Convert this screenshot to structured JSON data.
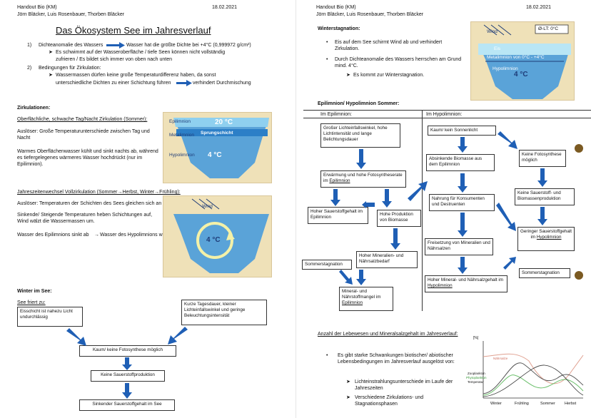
{
  "left": {
    "header": {
      "line1": "Handout Bio (KM)",
      "line2": "Jörn Bläcker, Luis Rosenbauer, Thorben Bläcker",
      "date": "18.02.2021"
    },
    "title": "Das Ökosystem See im Jahresverlauf",
    "list": {
      "item1_num": "1)",
      "item1_a": "Dichteanomalie des Wassers",
      "item1_b": "Wasser hat die größte Dichte bei +4°C (0,999972 g/cm³)",
      "item1_sub1": "Es schwimmt auf der Wasseroberfläche / tiefe Seen können nicht vollständig",
      "item1_sub2": "zufrieren / Es bildet sich immer von oben nach unten",
      "item2_num": "2)",
      "item2": "Bedingungen für Zirkulation:",
      "item2_sub1": "Wassermassen dürfen keine große Temperaturdifferenz haben, da sonst",
      "item2_sub2a": "unterschiedliche Dichten zu einer Schichtung führen",
      "item2_sub2b": "verhindert Durchmischung"
    },
    "zirk_heading": "Zirkulationen:",
    "summer": {
      "heading": "Oberflächliche, schwache Tag/Nacht Zirkulation (Sommer):",
      "p1": "Auslöser: Große Temperaturunterschiede zwischen Tag und Nacht",
      "p2": "Warmes Oberflächenwasser kühlt und sinkt nachts ab, während es tiefergelegenes wärmeres Wasser hochdrückt (nur im Epilimnion).",
      "fig": {
        "epi": "Epilimnion",
        "epi_temp": "20 °C",
        "meta": "Metalimnion",
        "sprung": "Sprungschicht",
        "hypo": "Hypolimnion",
        "hypo_temp": "4 °C"
      }
    },
    "full": {
      "heading": "Jahreszeitenwechsel Vollzirkulation (Sommer→Herbst, Winter→Frühling):",
      "p1": "Auslöser: Temperaturen der Schichten des Sees gleichen sich an",
      "p2": "Sinkende/ Steigende Temperaturen heben Schichtungen auf, Wind wälzt die Wassermassen um.",
      "p3a": "Wasser des Epilimnions sinkt ab",
      "p3b": "Wasser des Hypolimnions wird nach oben gedrückt",
      "fig": {
        "wind": "Wind",
        "temp": "4 °C"
      }
    },
    "winter": {
      "heading": "Winter im See:",
      "sub": "See friert zu:",
      "box1": "Eisschicht ist nahezu Licht undurchlässig",
      "box2": "Kurze Tagesdauer, kleiner Lichteinfallswinkel und geringe Beleuchtungsintensität",
      "box3": "Kaum/ keine Fotosynthese möglich",
      "box4": "Keine Sauerstoffproduktion",
      "box5": "Sinkender Sauerstoffgehalt im See"
    }
  },
  "right": {
    "header": {
      "line1": "Handout Bio (KM)",
      "line2": "Jörn Bläcker, Luis Rosenbauer, Thorben Bläcker",
      "date": "18.02.2021"
    },
    "winterstag": {
      "heading": "Winterstagnation:",
      "b1": "Eis auf dem See schirmt Wind ab und verhindert Zirkulation.",
      "b2": "Durch Dichteanomalie des Wassers herrschen am Grund mind. 4°C.",
      "b3": "Es kommt zur Winterstagnation.",
      "fig": {
        "wind": "Wind",
        "lt": "Ø-LT: 0°C",
        "eis": "Eis",
        "meta": "Metalimnion von 0°C - +4°C",
        "hypo": "Hypolimnion",
        "temp": "4 °C"
      }
    },
    "summer": {
      "heading": "Epilimnion/ Hypolimnion Sommer:",
      "col1": "Im Epilimnion:",
      "col2": "Im Hypolimnion:",
      "e1": "Großer Lichteinfallswinkel, hohe Lichtintensität und lange Belichtungsdauer",
      "e2a": "Erwärmung und hohe Fotosyntheserate im ",
      "e2b": "Epilimnion",
      "e3": "Hoher Sauerstoffgehalt im Epilimnion",
      "e4": "Hohe Produktion von Biomasse",
      "e5": "Hoher Mineralien- und Nährsalzbedarf",
      "e6": "Sommerstagnation",
      "e7a": "Mineral- und Nährstoffmangel im ",
      "e7b": "Epilimnion",
      "h1": "Kaum/ kein Sonnenlicht",
      "h2": "Absinkende Biomasse aus dem Epilimnion",
      "h3": "Nahrung für Konsumenten und Destruenten",
      "h4": "Freisetzung von Mineralien und Nährsalzen",
      "h5a": "Hoher Mineral- und Nährsalzgehalt im ",
      "h5b": "Hypolimnion",
      "h6": "Keine Fotosynthese möglich",
      "h7": "Keine Sauerstoff- und Biomassenproduktion",
      "h8a": "Geringer Sauerstoffgehalt im ",
      "h8b": "Hypolimnion",
      "h9": "Sommerstagnation"
    },
    "anzahl": {
      "heading": "Anzahl der Lebewesen und Mineralsalzgehalt im Jahresverlauf:",
      "b1": "Es gibt starke Schwankungen biotischer/ abiotischer Lebensbedingungen im Jahresverlauf ausgelöst von:",
      "s1": "Lichteinstrahlungsunterschiede im Laufe der Jahreszeiten",
      "s2": "Verschiedene Zirkulations- und Stagnationsphasen"
    },
    "chart": {
      "yunit": "[%]",
      "legend": [
        "Nährsalze",
        "Zooplankton",
        "Phytoplankton",
        "Temperatur"
      ],
      "xlabels": [
        "Winter",
        "Frühling",
        "Sommer",
        "Herbst"
      ],
      "colors": {
        "naehr": "#e0a090",
        "zoo": "#555555",
        "phyto": "#6bbf6b",
        "temp": "#333333"
      }
    }
  }
}
